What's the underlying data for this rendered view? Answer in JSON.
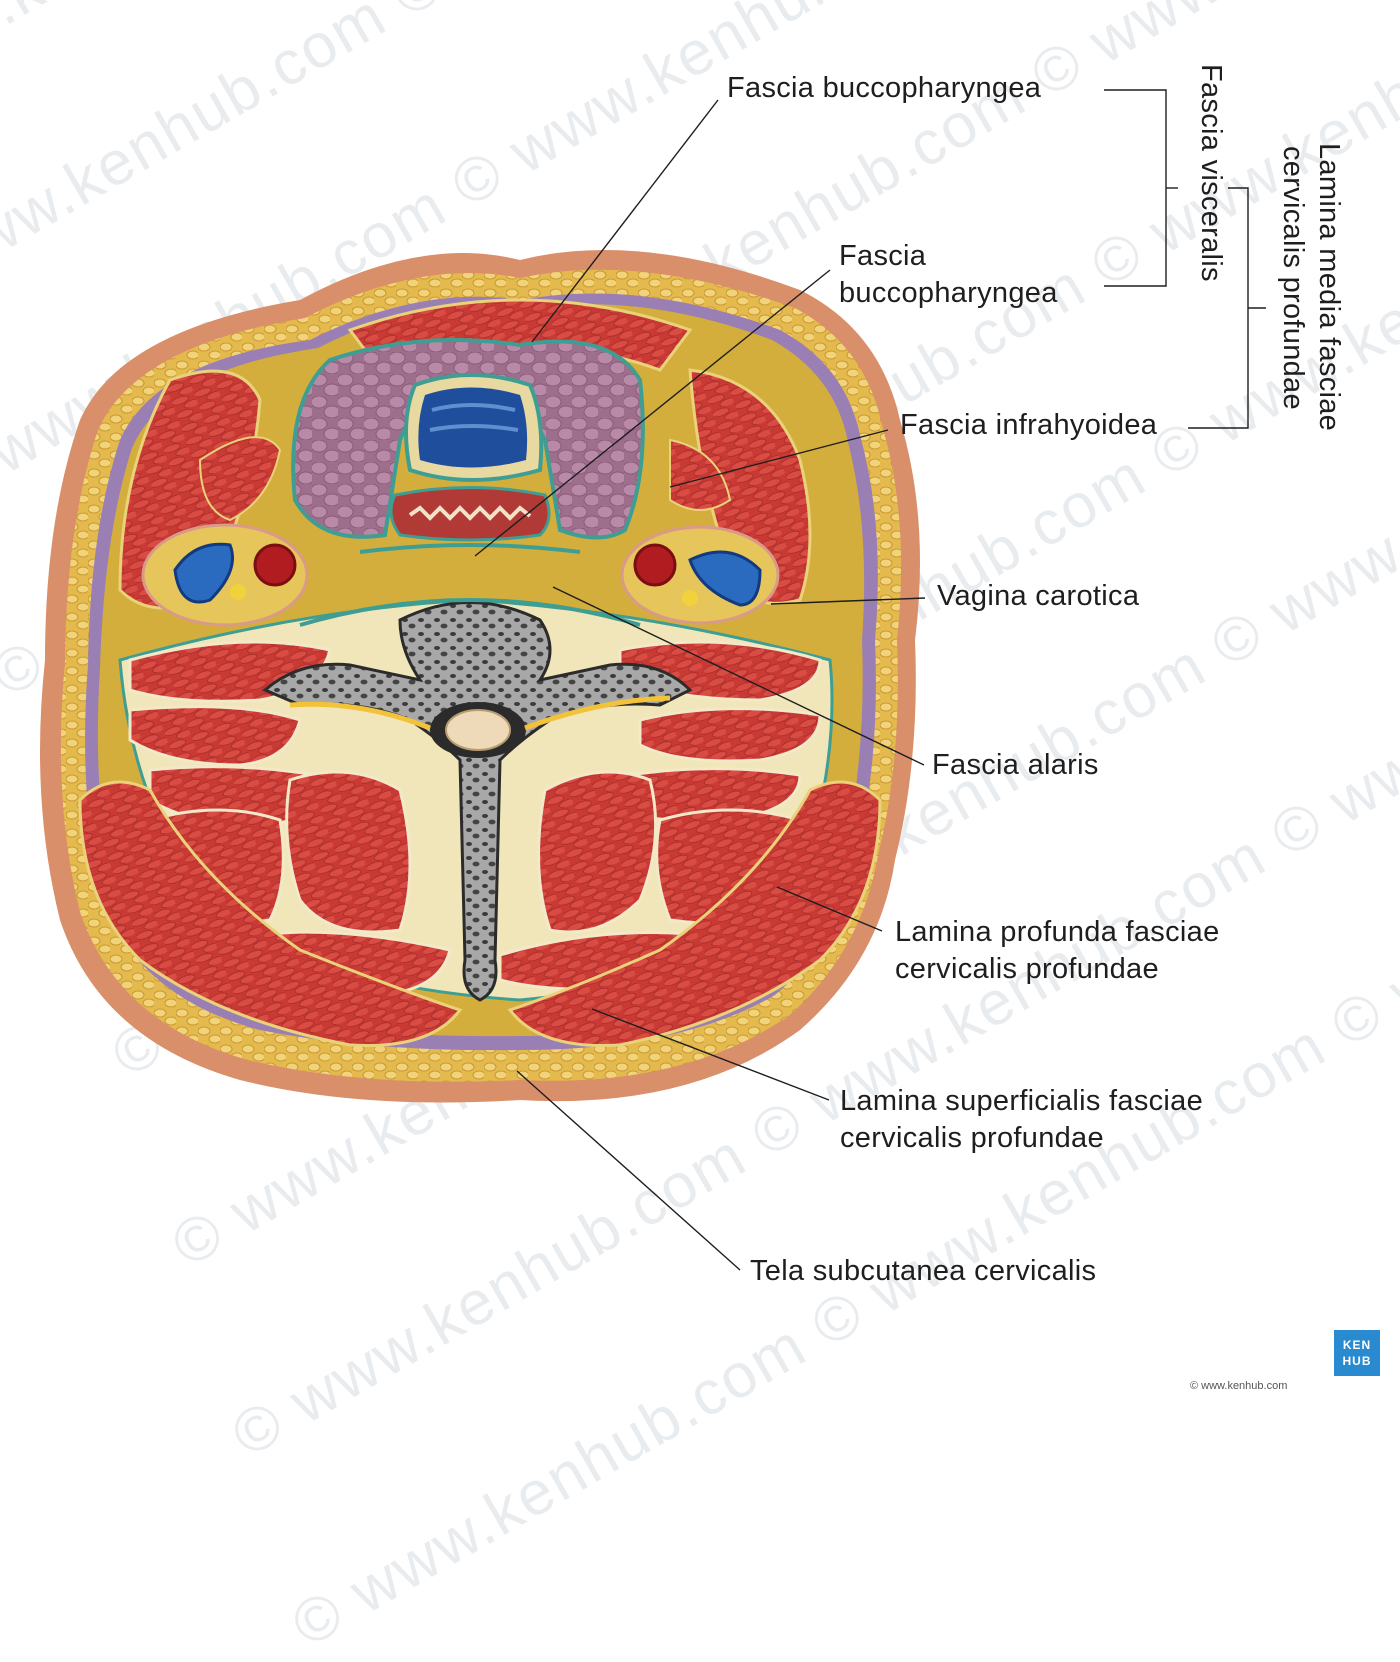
{
  "watermark": "© www.kenhub.com",
  "labels": {
    "fascia_buccopharyngea_top": "Fascia buccopharyngea",
    "fascia_buccopharyngea_mid_line1": "Fascia",
    "fascia_buccopharyngea_mid_line2": "buccopharyngea",
    "fascia_infrahyoidea": "Fascia infrahyoidea",
    "vagina_carotica": "Vagina carotica",
    "fascia_alaris": "Fascia alaris",
    "lamina_profunda_line1": "Lamina profunda fasciae",
    "lamina_profunda_line2": "cervicalis profundae",
    "lamina_superficialis_line1": "Lamina superficialis fasciae",
    "lamina_superficialis_line2": "cervicalis profundae",
    "tela_subcutanea": "Tela subcutanea cervicalis"
  },
  "groups": {
    "fascia_visceralis": "Fascia visceralis",
    "lamina_media_line1": "Lamina media fasciae",
    "lamina_media_line2": "cervicalis profundae"
  },
  "branding": {
    "logo_line1": "KEN",
    "logo_line2": "HUB",
    "copyright": "© www.kenhub.com"
  },
  "colors": {
    "skin": "#d98f6a",
    "fat": "#e8c15a",
    "muscle": "#c83a35",
    "fascia_yellow": "#d9b73a",
    "fascia_purple": "#9a7fb5",
    "fascia_teal": "#3f9e94",
    "thyroid": "#a87a95",
    "vein": "#2a6bc0",
    "artery": "#b01c20",
    "bone": "#9a9a9a"
  }
}
